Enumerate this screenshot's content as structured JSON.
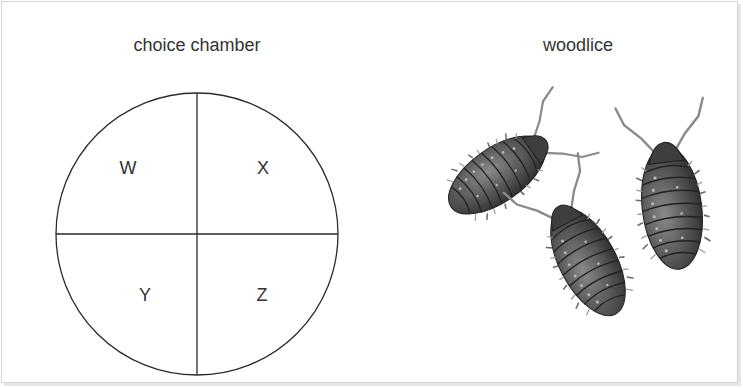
{
  "diagram": {
    "nodes": [
      {
        "text": [
          "choice chamber"
        ]
      },
      {
        "text": [
          "W"
        ],
        "in": 0
      },
      {
        "text": [
          "X"
        ],
        "in": 0
      },
      {
        "text": [
          "Y"
        ],
        "in": 0
      },
      {
        "text": [
          "Z"
        ],
        "in": 0
      }
    ],
    "labels": [
      "woodlice"
    ]
  }
}
